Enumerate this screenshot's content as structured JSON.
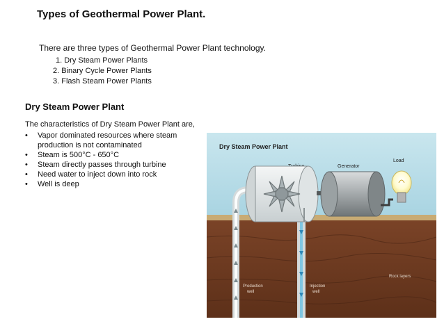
{
  "slide": {
    "title": "Types of Geothermal Power Plant.",
    "intro": "There are three types of Geothermal Power Plant technology.",
    "types": [
      "1.  Dry Steam Power Plants",
      "2.  Binary Cycle Power Plants",
      "3.  Flash Steam Power Plants"
    ],
    "section_title": "Dry Steam Power Plant",
    "characteristics_intro": "The characteristics of Dry Steam Power Plant are,",
    "bullets": [
      {
        "marker": "•",
        "text": "Vapor dominated resources where steam production is not contaminated"
      },
      {
        "marker": "•",
        "text": "Steam is 500°C - 650°C"
      },
      {
        "marker": "•",
        "text": "Steam directly passes through turbine"
      },
      {
        "marker": "•",
        "text": "Need water to inject down into rock"
      },
      {
        "marker": "•",
        "text": "Well is deep"
      }
    ]
  },
  "diagram": {
    "title": "Dry Steam Power Plant",
    "label_turbine": "Turbine",
    "label_generator": "Generator",
    "label_load": "Load",
    "label_production_1": "Production",
    "label_production_2": "well",
    "label_injection_1": "Injection",
    "label_injection_2": "well",
    "label_rock": "Rock layers",
    "colors": {
      "sky": "#b3dbe7",
      "ground": "#6e3b22",
      "grass": "#c5a56e",
      "machine": "#b8bdbe",
      "pipe": "#e9eeee"
    }
  }
}
